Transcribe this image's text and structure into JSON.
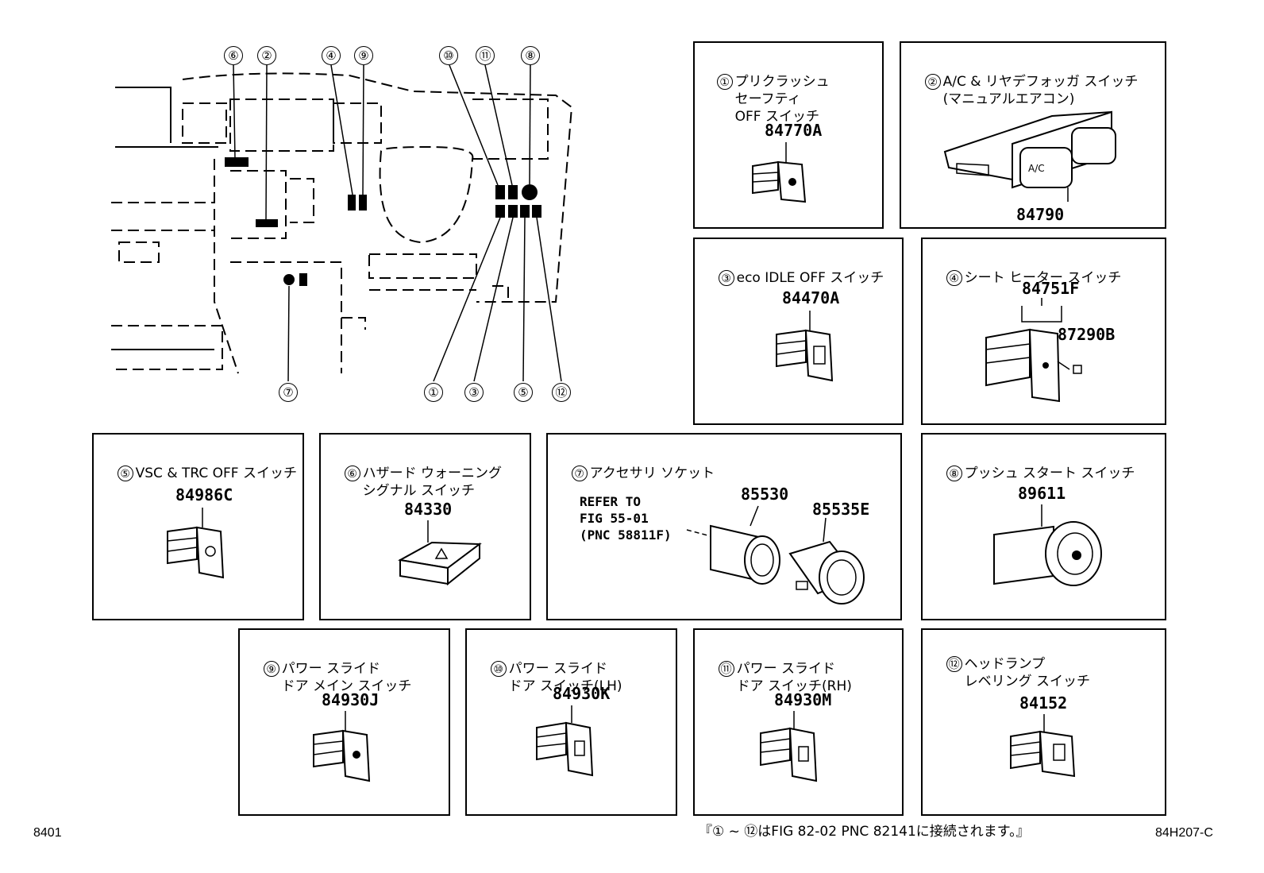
{
  "diagram": {
    "callouts": [
      "⑥",
      "②",
      "④",
      "⑨",
      "⑩",
      "⑪",
      "⑧",
      "①",
      "③",
      "⑤",
      "⑫",
      "⑦"
    ]
  },
  "panels": [
    {
      "num": "①",
      "title": "プリクラッシュ\nセーフティ\nOFF スイッチ",
      "parts": [
        "84770A"
      ]
    },
    {
      "num": "②",
      "title": "A/C & リヤデフォッガ スイッチ\n(マニュアルエアコン)",
      "parts": [
        "84790"
      ]
    },
    {
      "num": "③",
      "title": "eco IDLE OFF スイッチ",
      "parts": [
        "84470A"
      ]
    },
    {
      "num": "④",
      "title": "シート ヒーター スイッチ",
      "parts": [
        "84751F",
        "87290B"
      ]
    },
    {
      "num": "⑤",
      "title": "VSC & TRC OFF スイッチ",
      "parts": [
        "84986C"
      ]
    },
    {
      "num": "⑥",
      "title": "ハザード ウォーニング\nシグナル スイッチ",
      "parts": [
        "84330"
      ]
    },
    {
      "num": "⑦",
      "title": "アクセサリ ソケット",
      "parts": [
        "85530",
        "85535E"
      ],
      "refer": "REFER TO\nFIG 55-01\n(PNC 58811F)"
    },
    {
      "num": "⑧",
      "title": "プッシュ スタート スイッチ",
      "parts": [
        "89611"
      ]
    },
    {
      "num": "⑨",
      "title": "パワー スライド\nドア メイン スイッチ",
      "parts": [
        "84930J"
      ]
    },
    {
      "num": "⑩",
      "title": "パワー スライド\nドア スイッチ(LH)",
      "parts": [
        "84930K"
      ]
    },
    {
      "num": "⑪",
      "title": "パワー スライド\nドア スイッチ(RH)",
      "parts": [
        "84930M"
      ]
    },
    {
      "num": "⑫",
      "title": "ヘッドランプ\nレベリング スイッチ",
      "parts": [
        "84152"
      ]
    }
  ],
  "icons": {
    "ac_label": "A/C"
  },
  "footer": {
    "left": "8401",
    "center": "『① ~ ⑫はFIG 82-02 PNC 82141に接続されます。』",
    "right": "84H207-C"
  }
}
